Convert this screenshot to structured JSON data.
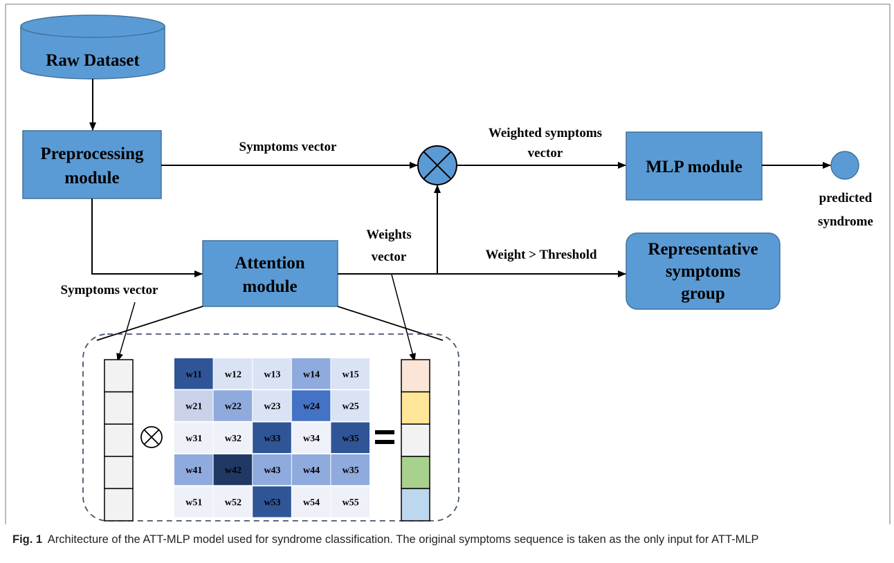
{
  "nodes": {
    "raw_dataset": "Raw Dataset",
    "preprocessing": [
      "Preprocessing",
      "module"
    ],
    "attention": [
      "Attention",
      "module"
    ],
    "mlp": "MLP module",
    "representative": [
      "Representative",
      "symptoms",
      "group"
    ],
    "predicted": [
      "predicted",
      "syndrome"
    ]
  },
  "edge_labels": {
    "symptoms_vector_top": "Symptoms vector",
    "weighted_symptoms": [
      "Weighted symptoms",
      "vector"
    ],
    "weights_vector": [
      "Weights",
      "vector"
    ],
    "weight_threshold": "Weight > Threshold",
    "symptoms_vector_left": "Symptoms vector"
  },
  "operators": {
    "multiply": "⊗",
    "equals": "="
  },
  "matrix": [
    [
      "w11",
      "w12",
      "w13",
      "w14",
      "w15"
    ],
    [
      "w21",
      "w22",
      "w23",
      "w24",
      "w25"
    ],
    [
      "w31",
      "w32",
      "w33",
      "w34",
      "w35"
    ],
    [
      "w41",
      "w42",
      "w43",
      "w44",
      "w35"
    ],
    [
      "w51",
      "w52",
      "w53",
      "w54",
      "w55"
    ]
  ],
  "matrix_colors": [
    [
      "#2f5597",
      "#dae3f3",
      "#dae3f3",
      "#8faadc",
      "#dae3f3"
    ],
    [
      "#c9d2e8",
      "#8faadc",
      "#dae3f3",
      "#4472c4",
      "#dae3f3"
    ],
    [
      "#eef1f8",
      "#eef1f8",
      "#2f5597",
      "#eef1f8",
      "#2f5597"
    ],
    [
      "#8faadc",
      "#203864",
      "#8faadc",
      "#8faadc",
      "#8faadc"
    ],
    [
      "#eef1f8",
      "#eef1f8",
      "#2f5597",
      "#eef1f8",
      "#eef1f8"
    ]
  ],
  "output_colors": [
    "#fbe5d6",
    "#ffe699",
    "#f2f2f2",
    "#a9d18e",
    "#bdd7ee"
  ],
  "colors": {
    "box_fill": "#5b9bd5",
    "box_stroke": "#41719c",
    "dashed": "#44546a"
  },
  "caption": {
    "label": "Fig. 1",
    "text": "Architecture of the ATT-MLP model used for syndrome classification. The original symptoms sequence is taken as the only input for ATT-MLP"
  }
}
